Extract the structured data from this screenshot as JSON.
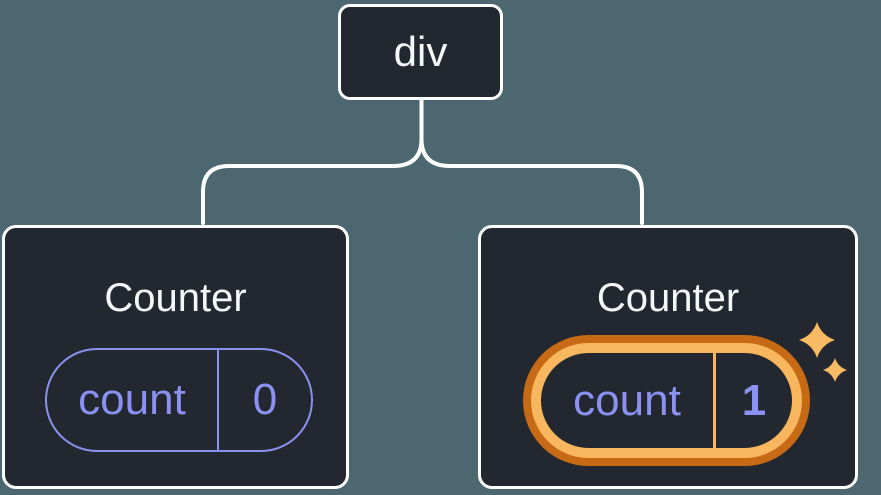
{
  "colors": {
    "background": "#4C676F",
    "card_background": "#23272F",
    "card_border": "#FFFFFF",
    "connector": "#FFFFFF",
    "text_primary": "#F6F7F9",
    "state_accent_purple": "#8A91F0",
    "highlight_orange_dark": "#C76A15",
    "highlight_orange_light": "#F8B75E",
    "sparkle_orange": "#F8BA62"
  },
  "root_node": {
    "label": "div"
  },
  "children": [
    {
      "title": "Counter",
      "state": {
        "label": "count",
        "value": "0"
      },
      "highlighted": false
    },
    {
      "title": "Counter",
      "state": {
        "label": "count",
        "value": "1"
      },
      "highlighted": true
    }
  ],
  "icons": {
    "sparkles-icon": "✦"
  }
}
